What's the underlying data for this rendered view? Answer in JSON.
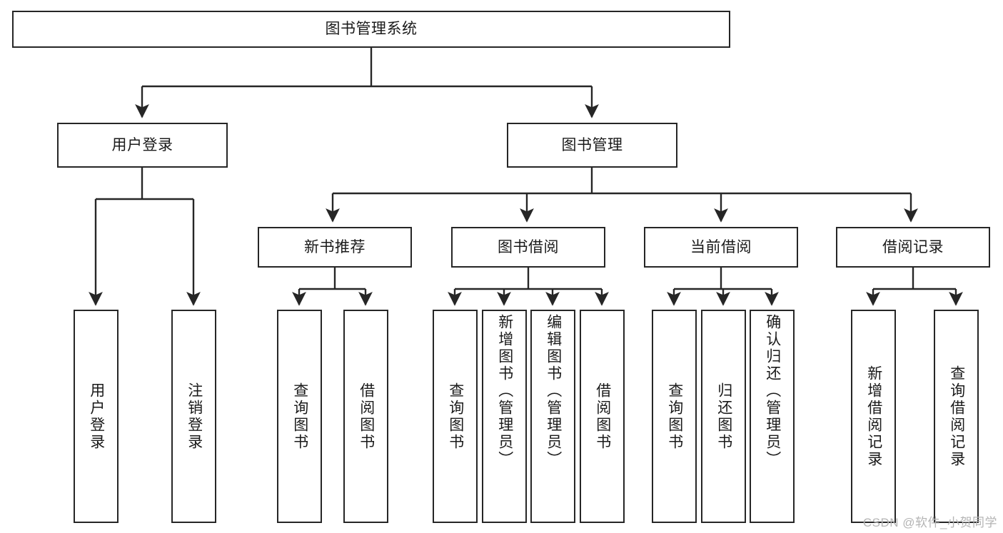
{
  "diagram": {
    "title": "图书管理系统",
    "type": "hierarchy-tree",
    "root": {
      "id": "root",
      "label": "图书管理系统"
    },
    "level2": [
      {
        "id": "user-login",
        "label": "用户登录"
      },
      {
        "id": "book-manage",
        "label": "图书管理"
      }
    ],
    "level3": [
      {
        "id": "new-book-rec",
        "label": "新书推荐",
        "parent": "book-manage"
      },
      {
        "id": "book-borrow",
        "label": "图书借阅",
        "parent": "book-manage"
      },
      {
        "id": "current-borrow",
        "label": "当前借阅",
        "parent": "book-manage"
      },
      {
        "id": "borrow-record",
        "label": "借阅记录",
        "parent": "book-manage"
      }
    ],
    "leaves": [
      {
        "id": "leaf-user-login",
        "label": "用户登录",
        "parent": "user-login"
      },
      {
        "id": "leaf-logout",
        "label": "注销登录",
        "parent": "user-login"
      },
      {
        "id": "leaf-query-book-1",
        "label": "查询图书",
        "parent": "new-book-rec"
      },
      {
        "id": "leaf-borrow-book-1",
        "label": "借阅图书",
        "parent": "new-book-rec"
      },
      {
        "id": "leaf-query-book-2",
        "label": "查询图书",
        "parent": "book-borrow"
      },
      {
        "id": "leaf-add-book",
        "label": "新增图书（管理员）",
        "parent": "book-borrow"
      },
      {
        "id": "leaf-edit-book",
        "label": "编辑图书（管理员）",
        "parent": "book-borrow"
      },
      {
        "id": "leaf-borrow-book-2",
        "label": "借阅图书",
        "parent": "book-borrow"
      },
      {
        "id": "leaf-query-book-3",
        "label": "查询图书",
        "parent": "current-borrow"
      },
      {
        "id": "leaf-return-book",
        "label": "归还图书",
        "parent": "current-borrow"
      },
      {
        "id": "leaf-confirm-return",
        "label": "确认归还（管理员）",
        "parent": "current-borrow"
      },
      {
        "id": "leaf-add-record",
        "label": "新增借阅记录",
        "parent": "borrow-record"
      },
      {
        "id": "leaf-query-record",
        "label": "查询借阅记录",
        "parent": "borrow-record"
      }
    ],
    "watermark": "CSDN @软件_小贺同学",
    "colors": {
      "stroke": "#262626",
      "fill": "#ffffff",
      "text": "#1a1a1a",
      "watermark": "#b4b4b4"
    }
  }
}
